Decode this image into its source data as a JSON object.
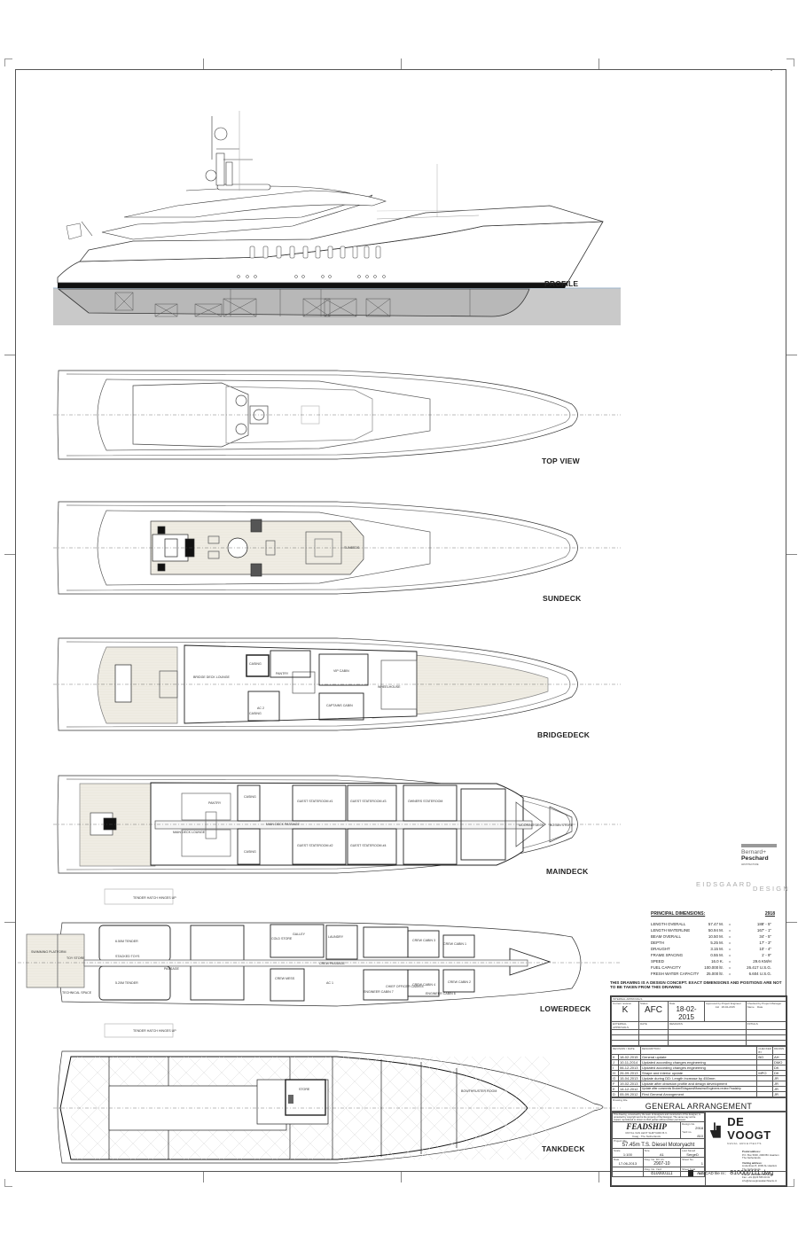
{
  "sheet": {
    "title": "GENERAL ARRANGEMENT",
    "project": "57.45m T.S. Diesel Motoryacht"
  },
  "views": [
    {
      "id": "profile",
      "label": "PROFILE"
    },
    {
      "id": "top",
      "label": "TOP VIEW"
    },
    {
      "id": "sundeck",
      "label": "SUNDECK"
    },
    {
      "id": "bridgedeck",
      "label": "BRIDGEDECK"
    },
    {
      "id": "maindeck",
      "label": "MAINDECK"
    },
    {
      "id": "lowerdeck",
      "label": "LOWERDECK"
    },
    {
      "id": "tankdeck",
      "label": "TANKDECK"
    }
  ],
  "rooms": {
    "sundeck": [
      "SUNBEDS"
    ],
    "bridgedeck": [
      "CASING",
      "PANTRY",
      "VIP CABIN",
      "BRIDGE DECK LOUNGE",
      "AC 2",
      "CAPTAINS CABIN",
      "WHEELHOUSE",
      "CASING"
    ],
    "maindeck": [
      "CASING",
      "PANTRY",
      "MAIN DECK LOUNGE",
      "MAIN DECK PASSAGE",
      "GUEST STATEROOM #1",
      "GUEST STATEROOM #2",
      "GUEST STATEROOM #3",
      "GUEST STATEROOM #4",
      "OWNERS STATEROOM",
      "MOORING DECK",
      "BOSUN STORE",
      "CASING"
    ],
    "lowerdeck": [
      "TENDER HATCH HINGES UP",
      "SWIMMING PLATFORM",
      "TOY STORE",
      "6.50M TENDER",
      "STACKED TOYS",
      "PASSAGE",
      "5.20M TENDER",
      "TECHNICAL SPACE",
      "COLD STORE",
      "GALLEY",
      "LAUNDRY",
      "CREW MESS",
      "CREW PASSAGE",
      "AC 1",
      "CREW CABIN 1",
      "CREW CABIN 2",
      "CREW CABIN 3",
      "CREW CABIN 4",
      "ENGINEER CABIN 6",
      "ENGINEER CABIN 7",
      "CHIEF OFFICER CABIN 8",
      "TENDER HATCH HINGES UP"
    ],
    "tankdeck": [
      "STORE",
      "BOWTHRUSTER ROOM"
    ]
  },
  "principal_dimensions": {
    "heading": "PRINCIPAL DIMENSIONS:",
    "ref": "2918",
    "rows": [
      {
        "label": "LENGTH OVERALL",
        "metric": "57.47 M.",
        "sep": "=",
        "imperial": "188' - 5\""
      },
      {
        "label": "LENGTH WATERLINE",
        "metric": "50.94 M.",
        "sep": "=",
        "imperial": "167' - 1\""
      },
      {
        "label": "BEAM OVERALL",
        "metric": "10.50 M.",
        "sep": "=",
        "imperial": "34' - 5\""
      },
      {
        "label": "DEPTH",
        "metric": "5.25 M.",
        "sep": "=",
        "imperial": "17' - 3\""
      },
      {
        "label": "DRAUGHT",
        "metric": "3.15 M.",
        "sep": "=",
        "imperial": "10' - 4\""
      },
      {
        "label": "FRAME SPACING",
        "metric": "0.55 M.",
        "sep": "=",
        "imperial": "1' - 9\""
      },
      {
        "label": "SPEED",
        "metric": "16.0 K.",
        "sep": "=",
        "imperial": "29.6 KM/H"
      },
      {
        "label": "FUEL CAPACITY",
        "metric": "100.000 ltr.",
        "sep": "=",
        "imperial": "26.417 U.S.G."
      },
      {
        "label": "FRESH WATER CAPACITY",
        "metric": "25.000 ltr.",
        "sep": "=",
        "imperial": "6.604 U.S.G."
      }
    ]
  },
  "disclaimer": "THIS DRAWING IS A DESIGN CONCEPT. EXACT DIMENSIONS AND POSITIONS ARE NOT TO BE TAKEN FROM THIS DRAWING",
  "title_block": {
    "internal_approvals_label": "INTERNAL APPROVALS",
    "current_revision_label": "Current revision",
    "current_revision": "K",
    "status_label": "Status",
    "status": "AFC",
    "date_label": "Date",
    "date": "18-02-2015",
    "approved_by_label": "Approved by Project Engineer",
    "approved_by": "AH",
    "approved_date": "18-02-2015",
    "checked_by_label": "Checked by Project Manager",
    "name_label": "Name",
    "date2_label": "Date",
    "external_approvals_label": "EXTERNAL APPROVALS",
    "ext_date_label": "DATE",
    "remarks_label": "REMARKS",
    "initials_label": "INITIALS",
    "revision_header": {
      "rev": "REVISION / DATE",
      "desc": "DESCRIPTION",
      "checked": "CHECKED BY",
      "drawn": "DRAWN"
    },
    "revisions": [
      {
        "rev": "K",
        "date": "18-02-2015",
        "desc": "General update",
        "checked": "BO",
        "drawn": "AH"
      },
      {
        "rev": "J",
        "date": "10-11-2014",
        "desc": "Updated according changes engineering",
        "checked": "",
        "drawn": "DMO"
      },
      {
        "rev": "I",
        "date": "06-12-2013",
        "desc": "Updated according changes engineering",
        "checked": "",
        "drawn": "DK"
      },
      {
        "rev": "H",
        "date": "26-09-2013",
        "desc": "Shape and interior update",
        "checked": "MPO",
        "drawn": "DK"
      },
      {
        "rev": "G",
        "date": "15-04-2013",
        "desc": "Update during DD: Length increase by 450mm",
        "checked": "",
        "drawn": "JR"
      },
      {
        "rev": "F",
        "date": "19-02-2013",
        "desc": "Update after obsesion profile and design development",
        "checked": "",
        "drawn": "JR"
      },
      {
        "rev": "E",
        "date": "14-12-2012",
        "desc": "Update after comments Broker/Eidsgaard/Massimo/Engineers review Feadship",
        "checked": "",
        "drawn": "JR"
      },
      {
        "rev": "D",
        "date": "05-09-2012",
        "desc": "First General Arrangement",
        "checked": "",
        "drawn": "JR"
      }
    ],
    "drawing_title_label": "Drawing title",
    "copyright_note": "This drawing, conceived by the team of designers and constructors of the designer, is protected by copyright and is the property of the Designer. The same may not be copied, reproduced or shown to third parties without written permission.",
    "builder": "FEADSHIP",
    "builder_sub": "ROYAL VAN LENT SHIPYARD B.V.",
    "builder_loc": "Kaag - The Netherlands",
    "design_no_label": "Design No.",
    "design_no": "2918",
    "yard_no_label": "Yard no.",
    "yard_no": "810",
    "project_label": "Project title",
    "scale_label": "Scale",
    "scale": "1:100",
    "size_label": "Size",
    "size": "A1",
    "last_saved_label": "Last Saved",
    "last_saved": "SergeD",
    "date_created_label": "Date",
    "date_created": "17-06-2013",
    "dwg_no_label": "Dwg. No. DV Ch.",
    "dwg_no": "2907-10",
    "sheet_no_label": "Sheet No.",
    "sheet_no": "1",
    "dwg_no2_label": "Dwg. No. Yard",
    "dwg_no2": "810000111",
    "sheet_total_label": "Sheet Total",
    "sheet_total": "1/7",
    "firm": "DE VOOGT",
    "firm_sub": "NAVAL ARCHITECTS",
    "firm_address": [
      "Postal address:",
      "P.O. Box 5000, 2000 BC Haarlem",
      "The Netherlands",
      "Visiting address:",
      "Lindenhout 8, 2000 AL Haarlem",
      "The Netherlands",
      "Phone: +31 (0)23 555 00 00",
      "Fax: +31 (0)23 555 00 01",
      "info@devoogtnavalarchitects.nl"
    ],
    "autocad_label": "AutoCAD file nr.:",
    "autocad_file": "810000111.dwg"
  },
  "logos": {
    "bp_line1": "Bernard+",
    "bp_line2": "Peschard",
    "bp_line3": "ARCHITECTURE",
    "eid_1": "EIDSGAARD",
    "eid_2": "DESIGN"
  }
}
